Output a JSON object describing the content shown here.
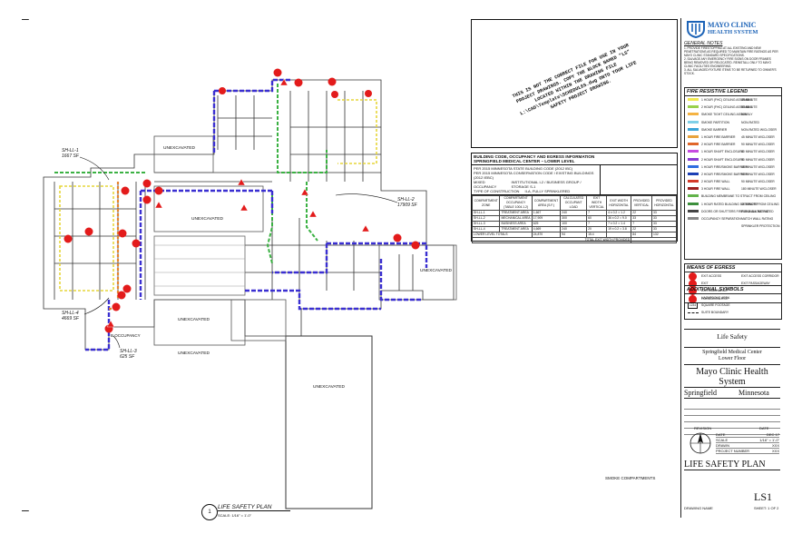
{
  "margin_marks": {
    "top": "–",
    "bottom": "–"
  },
  "plan": {
    "areas": [
      {
        "label": "UNEXCAVATED"
      },
      {
        "label": "UNEXCAVATED"
      },
      {
        "label": "UNEXCAVATED"
      },
      {
        "label": "UNEXCAVATED"
      },
      {
        "label": "UNEXCAVATED"
      },
      {
        "label": "UNEXCAVATED"
      }
    ],
    "tags": [
      {
        "line1": "SH-LL-1",
        "line2": "1667 SF"
      },
      {
        "line1": "SH-LL-2",
        "line2": "17909 SF"
      },
      {
        "line1": "SH-LL-4",
        "line2": "4669 SF"
      },
      {
        "line1": "SH-LL-3",
        "line2": "625 SF"
      }
    ],
    "occupancy_note": "B OCCUPANCY",
    "drawing_title": "LIFE SAFETY PLAN",
    "drawing_scale": "SCALE: 1/16\" = 1'-0\"",
    "drawing_number": "1",
    "key_plan_label": "SMOKE COMPARTMENTS"
  },
  "warning_note": {
    "text": "THIS IS NOT THE CORRECT FILE FOR USE IN YOUR PROJECT DRAWINGS. COPY THE BLOCK NAMED \"LS\" LOCATED WITHIN THE DRAWING FILE L:\\CAD\\Template\\SCHEDULES.dwg ONTO YOUR LIFE SAFETY PROJECT DRAWING."
  },
  "code_table": {
    "title_line1": "BUILDING CODE, OCCUPANCY AND EGRESS INFORMATION",
    "title_line2": "SPRINGFIELD MEDICAL CENTER – LOWER LEVEL",
    "notes": [
      "PER 2015 MINNESOTA STATE BUILDING CODE (2012 IBC)",
      "PER 2015 MINNESOTA CONSERVATION CODE / EXISTING BUILDINGS (2012 IEBC)",
      "MIXED OCCUPANCY",
      "TYPE OF CONSTRUCTION"
    ],
    "occupancy_values": [
      "INSTITUTIONAL I-2",
      "BUSINESS GROUP",
      "STORAGE S-1"
    ],
    "construction": "II-A, FULLY SPRINKLERED",
    "columns": [
      "COMPARTMENT ZONE",
      "COMPARTMENT OCCUPANCY (TABLE 1004.1.2)",
      "COMPARTMENT AREA (S.F.)",
      "CALCULATED OCCUPANT LOAD",
      "EXIT WIDTH VERTICAL",
      "EXIT WIDTH HORIZONTAL",
      "PROVIDED VERTICAL",
      "PROVIDED HORIZONTAL"
    ],
    "rows": [
      [
        "SH-LL-1",
        "TREATMENT AREA",
        "1,667",
        "240",
        "7",
        "4 x 0.2 = 1.2",
        "22",
        "33"
      ],
      [
        "SH-LL-2",
        "MECHANICAL AREA",
        "17,909",
        "300",
        "60",
        "36 x 0.2 = 9.0",
        "33",
        "33"
      ],
      [
        "SH-LL-3",
        "BUSINESS AREA",
        "625",
        "100",
        "7",
        "7 x 0.2 = 1.4",
        "7",
        "33"
      ],
      [
        "SH-LL-4",
        "TREATMENT AREA",
        "4,669",
        "240",
        "20",
        "19 x 0.2 = 3.8",
        "22",
        "33"
      ]
    ],
    "totals_label": "LOWER LEVEL TOTALS",
    "totals": [
      "24,870",
      "94",
      "15.4",
      "84",
      "132"
    ],
    "footer": "TOTAL EXIT WIDTH PROVIDED"
  },
  "title_block": {
    "logo_line1": "MAYO CLINIC",
    "logo_line2": "HEALTH SYSTEM",
    "general_notes_title": "GENERAL NOTES",
    "general_notes": [
      "1. PROVIDE FIRESTOPPING AT ALL EXISTING AND NEW PENETRATIONS AS REQUIRED TO MAINTAIN FIRE RATINGS AS PER MAYO CLINIC STANDARD SPECIFICATIONS.",
      "2. SALVAGE ANY EMERGENCY FIRE SIGNS ON DOOR FRAMES BEING REMOVED OR RELOCATED. REINSTALL ONLY TO MAYO CLINIC FACILITIES ENGINEERING.",
      "3. ALL SALVAGED FIXTURE ITEMS TO BE RETURNED TO OWNER'S STOCK."
    ],
    "fire_legend_title": "FIRE RESISTIVE LEGEND",
    "fire_legend": [
      {
        "label": "1 HOUR (FHC) CEILING ASSEMBLY",
        "rating": "45 MINUTE",
        "color": "#f2e94e"
      },
      {
        "label": "2 HOUR (FHC) CEILING ASSEMBLY",
        "rating": "90 MINUTE",
        "color": "#9ad14b"
      },
      {
        "label": "SMOKE TIGHT CEILING ASSEMBLY",
        "rating": "N/A",
        "color": "#f5b342"
      },
      {
        "label": "SMOKE PARTITION",
        "rating": "NON-RATED",
        "color": "#7fd0e8"
      },
      {
        "label": "SMOKE BARRIER",
        "rating": "NON-RATED W/CLOSER",
        "color": "#3aa4d8"
      },
      {
        "label": "1 HOUR FIRE BARRIER",
        "rating": "45 MINUTE W/CLOSER",
        "color": "#e8a33d"
      },
      {
        "label": "2 HOUR FIRE BARRIER",
        "rating": "90 MINUTE W/CLOSER",
        "color": "#e0662a"
      },
      {
        "label": "1 HOUR SHAFT ENCLOSURE",
        "rating": "60 MINUTE W/CLOSER",
        "color": "#c64be0"
      },
      {
        "label": "2 HOUR SHAFT ENCLOSURE",
        "rating": "90 MINUTE W/CLOSER",
        "color": "#8a3bd1"
      },
      {
        "label": "1 HOUR FIRE/SMOKE BARRIER",
        "rating": "45 MINUTE W/CLOSER",
        "color": "#2f6de0"
      },
      {
        "label": "2 HOUR FIRE/SMOKE BARRIER",
        "rating": "90 MINUTE W/CLOSER",
        "color": "#1c3fb5"
      },
      {
        "label": "2 HOUR FIRE WALL",
        "rating": "90 MINUTE W/CLOSER",
        "color": "#d43a2a"
      },
      {
        "label": "3 HOUR FIRE WALL",
        "rating": "180 MINUTE W/CLOSER",
        "color": "#9c1f1f"
      },
      {
        "label": "BUILDING MEMBRANE TO STRUCT FROM CEILING",
        "rating": "",
        "color": "#62b34a"
      },
      {
        "label": "1 HOUR RATED BUILDING EXTERIOR FROM CEILING",
        "rating": "45 MINUTE",
        "color": "#3c8f3c"
      },
      {
        "label": "DOORS OR SHUTTERS FIRE AND SMOKE RATED",
        "rating": "PER WALL RATING",
        "color": "#444444"
      },
      {
        "label": "OCCUPANCY SEPARATION",
        "rating": "MATCH WALL RATING SPRINKLER PROTECTION",
        "color": "#888888"
      }
    ],
    "egress_title": "MEANS OF EGRESS",
    "egress": [
      {
        "left": "EXIT ACCESS",
        "right": "EXIT ACCESS CORRIDOR"
      },
      {
        "left": "EXIT",
        "right": "EXIT PASSAGEWAY"
      },
      {
        "left": "EXIT DISCHARGE",
        "right": ""
      },
      {
        "left": "HORIZONTAL EXIT",
        "right": ""
      }
    ],
    "additional_title": "ADDITIONAL SYMBOLS",
    "additional": [
      {
        "symbol": "HA",
        "label": "HAZARDOUS AREA"
      },
      {
        "symbol": "1234",
        "label": "SQUARE FOOTAGE"
      },
      {
        "symbol": "",
        "label": "SUITE BOUNDARY"
      }
    ],
    "sheet_title": "Life Safety",
    "facility_line1": "Springfield Medical Center",
    "facility_line2": "Lower Floor",
    "system_line1": "Mayo Clinic Health",
    "system_line2": "System",
    "city": "Springfield",
    "state": "Minnesota",
    "revision_label": "REVISION",
    "revision_date": "DATE",
    "info": [
      {
        "key": "DATE",
        "value": "DEC 17"
      },
      {
        "key": "SCALE",
        "value": "1/16\" = 1'-0\""
      },
      {
        "key": "DRAWN",
        "value": "XXX"
      },
      {
        "key": "PROJECT NUMBER",
        "value": "XXX"
      }
    ],
    "plan_title": "LIFE SAFETY PLAN",
    "drawing_name_label": "DRAWING NAME",
    "sheet_number": "LS1",
    "sheet_of": "SHEET: 1 OF 2"
  }
}
